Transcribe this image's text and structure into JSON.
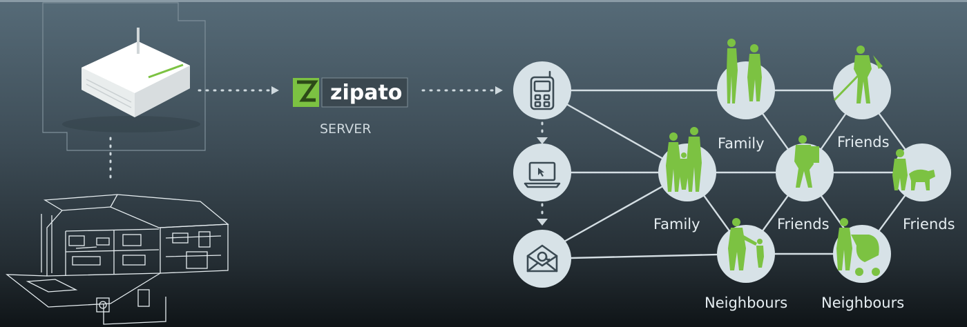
{
  "server": {
    "logo_text": "zipato",
    "label": "SERVER"
  },
  "groups": {
    "family_top": "Family",
    "family_mid": "Family",
    "friends_top": "Friends",
    "friends_mid": "Friends",
    "friends_right": "Friends",
    "neighbours_left": "Neighbours",
    "neighbours_right": "Neighbours"
  },
  "channels": [
    "mobile-phone-icon",
    "laptop-icon",
    "email-icon"
  ],
  "colors": {
    "accent": "#7cc242",
    "node": "#d7e2e7",
    "background_top": "#566b78",
    "background_bottom": "#0f1417"
  }
}
